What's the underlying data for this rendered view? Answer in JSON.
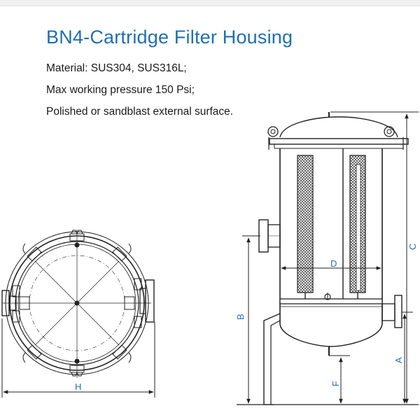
{
  "title": "BN4-Cartridge  Filter  Housing",
  "specs": [
    "Material: SUS304, SUS316L;",
    "Max working pressure 150 Psi;",
    "Polished or sandblast external surface."
  ],
  "dimensions": {
    "h": "H",
    "a": "A",
    "b": "B",
    "c": "C",
    "d": "D",
    "f": "F"
  },
  "colors": {
    "title": "#1f6fb2",
    "dimension_label": "#2a6fb0",
    "line": "#222222"
  }
}
